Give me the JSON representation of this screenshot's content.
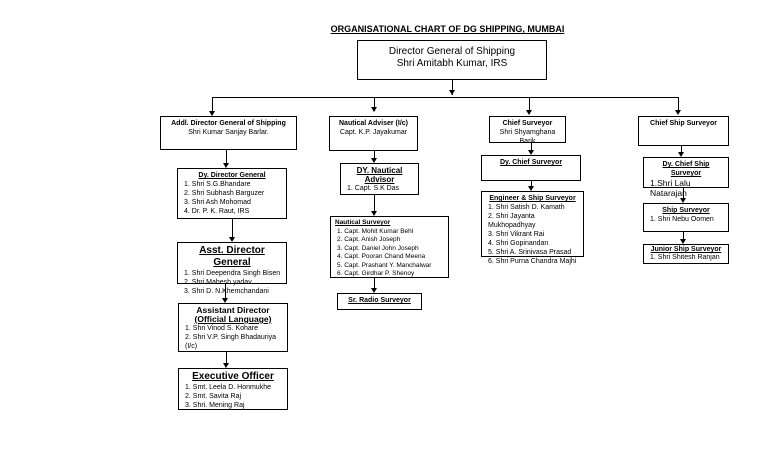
{
  "title": "ORGANISATIONAL CHART OF DG SHIPPING, MUMBAI",
  "top": {
    "title": "Director General of Shipping",
    "name": "Shri Amitabh Kumar, IRS"
  },
  "col1": {
    "head": {
      "title": "Addl. Director General of Shipping",
      "name": "Shri Kumar Sanjay Barlar."
    },
    "ddg": {
      "title": "Dy. Director General",
      "items": [
        "1. Shri S.G.Bhandare",
        "2. Shri Subhash Barguzer",
        "3. Shri Ash Mohomad",
        "4. Dr. P. K. Raut, IRS"
      ]
    },
    "adg": {
      "title": "Asst. Director General",
      "items": [
        "1. Shri Deependra Singh Bisen",
        "2. Shri Mahesh yadav",
        "3. Shri D. N.Khemchandani"
      ]
    },
    "ad": {
      "title": "Assistant Director",
      "subtitle": "(Official Language)",
      "items": [
        "1. Shri Vinod S. Kohare",
        "2. Shri V.P. Singh Bhadauriya (I/c)"
      ]
    },
    "eo": {
      "title": "Executive Officer",
      "items": [
        "1. Smt. Leela D. Honmukhe",
        "2. Smt. Savita Raj",
        "3. Shri. Mening Raj"
      ]
    }
  },
  "col2": {
    "head": {
      "title": "Nautical Adviser (I/c)",
      "name": "Capt. K.P. Jayakumar"
    },
    "dna": {
      "title": "DY. Nautical Advisor",
      "items": [
        "1. Capt. S.K Das"
      ]
    },
    "ns": {
      "title": "Nautical Surveyor",
      "items": [
        "1. Capt. Mohit Kumar Behl",
        "2. Capt. Anish Joseph",
        "3. Capt. Daniel John Joseph",
        "4. Capt. Pooran Chand Meena",
        "5. Capt. Prashant Y. Manchalwar",
        "6. Capt. Girdhar P. Shenoy"
      ]
    },
    "srs": {
      "title": "Sr. Radio Surveyor"
    }
  },
  "col3": {
    "head": {
      "title": "Chief Surveyor",
      "name": "Shri Shyamghana Barik"
    },
    "dcs": {
      "title": "Dy. Chief Surveyor"
    },
    "ess": {
      "title": "Engineer & Ship Surveyor",
      "items": [
        "1. Shri Satish D. Kamath",
        "2. Shri Jayanta Mukhopadhyay",
        "3. Shri Vikrant Rai",
        "4. Shri Gopinandan",
        "5. Shri A. Srinivasa Prasad",
        "6. Shri Purna Chandra Majhi"
      ]
    }
  },
  "col4": {
    "head": {
      "title": "Chief Ship Surveyor"
    },
    "dcss": {
      "title": "Dy. Chief Ship Surveyor",
      "items": [
        "1.Shri Lalu Natarajan"
      ]
    },
    "ss": {
      "title": "Ship Surveyor",
      "items": [
        "1. Shri Nebu Oomen"
      ]
    },
    "jss": {
      "title": "Junior Ship Surveyor",
      "items": [
        "1. Shri Shitesh Ranjan"
      ]
    }
  }
}
